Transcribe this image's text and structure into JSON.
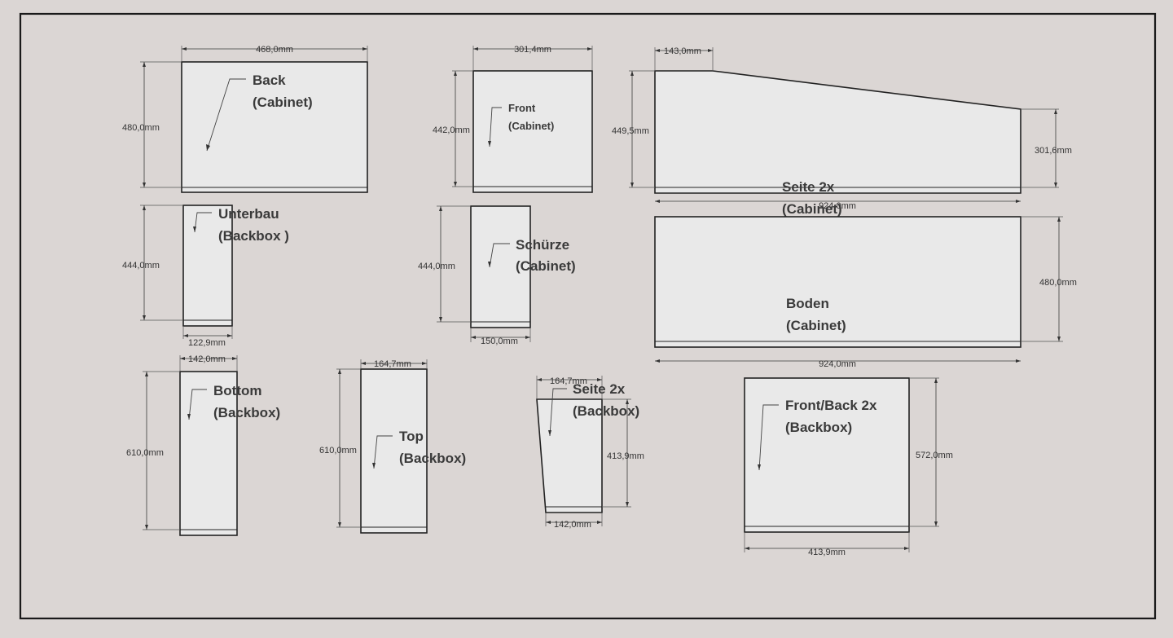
{
  "parts": {
    "back_cabinet": {
      "name": "Back",
      "sub": "(Cabinet)",
      "width": "468,0mm",
      "height": "480,0mm"
    },
    "front_cabinet": {
      "name": "Front",
      "sub": "(Cabinet)",
      "width": "301,4mm",
      "height": "442,0mm"
    },
    "seite_cabinet": {
      "name": "Seite 2x",
      "sub": "(Cabinet)",
      "top": "143,0mm",
      "height_left": "449,5mm",
      "height_right": "301,6mm",
      "length": "924,0mm"
    },
    "unterbau_backbox": {
      "name": "Unterbau",
      "sub": "(Backbox )",
      "height": "444,0mm",
      "width": "122,9mm"
    },
    "schuerze_cabinet": {
      "name": "Schürze",
      "sub": "(Cabinet)",
      "height": "444,0mm",
      "width": "150,0mm"
    },
    "boden_cabinet": {
      "name": "Boden",
      "sub": "(Cabinet)",
      "height": "480,0mm",
      "width": "924,0mm"
    },
    "bottom_backbox": {
      "name": "Bottom",
      "sub": "(Backbox)",
      "width": "142,0mm",
      "height": "610,0mm"
    },
    "top_backbox": {
      "name": "Top",
      "sub": "(Backbox)",
      "width": "164,7mm",
      "height": "610,0mm"
    },
    "seite_backbox": {
      "name": "Seite 2x",
      "sub": "(Backbox)",
      "top": "164,7mm",
      "height": "413,9mm",
      "bottom": "142,0mm"
    },
    "frontback_backbox": {
      "name": "Front/Back 2x",
      "sub": "(Backbox)",
      "height": "572,0mm",
      "width": "413,9mm"
    }
  }
}
